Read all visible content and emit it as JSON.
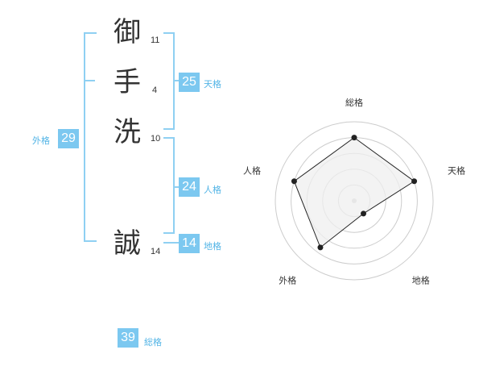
{
  "characters": [
    {
      "char": "御",
      "strokes": "11"
    },
    {
      "char": "手",
      "strokes": "4"
    },
    {
      "char": "洗",
      "strokes": "10"
    },
    {
      "char": "誠",
      "strokes": "14"
    }
  ],
  "grid": {
    "tenkaku": {
      "value": "25",
      "label": "天格"
    },
    "jinkaku": {
      "value": "24",
      "label": "人格"
    },
    "chikaku": {
      "value": "14",
      "label": "地格"
    },
    "gaikaku": {
      "value": "29",
      "label": "外格"
    },
    "soukaku": {
      "value": "39",
      "label": "総格"
    }
  },
  "chart_data": {
    "type": "radar",
    "axes": [
      "総格",
      "天格",
      "地格",
      "外格",
      "人格"
    ],
    "values": [
      0.8,
      0.8,
      0.2,
      0.73,
      0.8
    ],
    "range": [
      0,
      1
    ],
    "rings": 5,
    "colors": {
      "fill": "#efefef",
      "line": "#222222",
      "ring": "#cccccc",
      "center": "#cccccc"
    }
  }
}
